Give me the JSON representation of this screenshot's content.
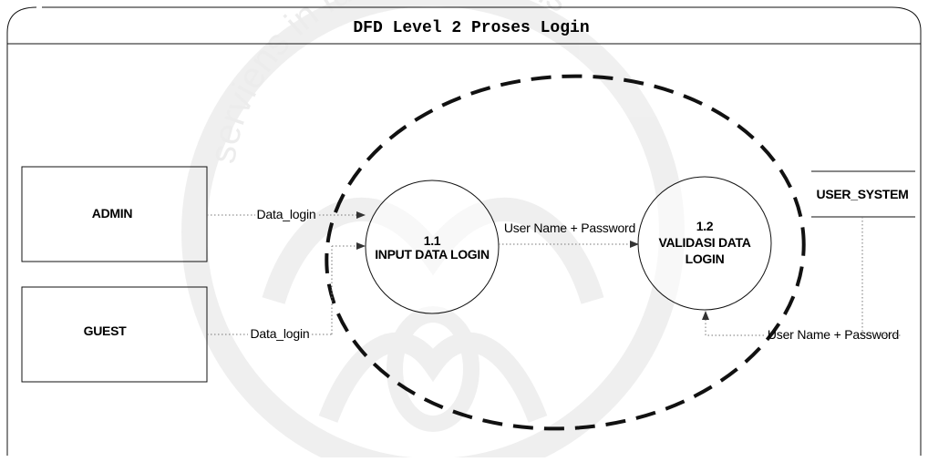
{
  "diagram": {
    "title": "DFD Level 2 Proses Login",
    "watermark": {
      "text": "serviens in lumine veritatis"
    },
    "entities": {
      "admin": "ADMIN",
      "guest": "GUEST"
    },
    "data_store": {
      "label": "USER_SYSTEM"
    },
    "processes": [
      {
        "id": "1.1",
        "lines": [
          "INPUT DATA LOGIN"
        ]
      },
      {
        "id": "1.2",
        "lines": [
          "VALIDASI DATA",
          "LOGIN"
        ]
      }
    ],
    "flows": {
      "admin_to_p1": "Data_login",
      "guest_to_p1": "Data_login",
      "p1_to_p2": "User Name + Password",
      "store_to_p2": "User Name + Password"
    }
  }
}
